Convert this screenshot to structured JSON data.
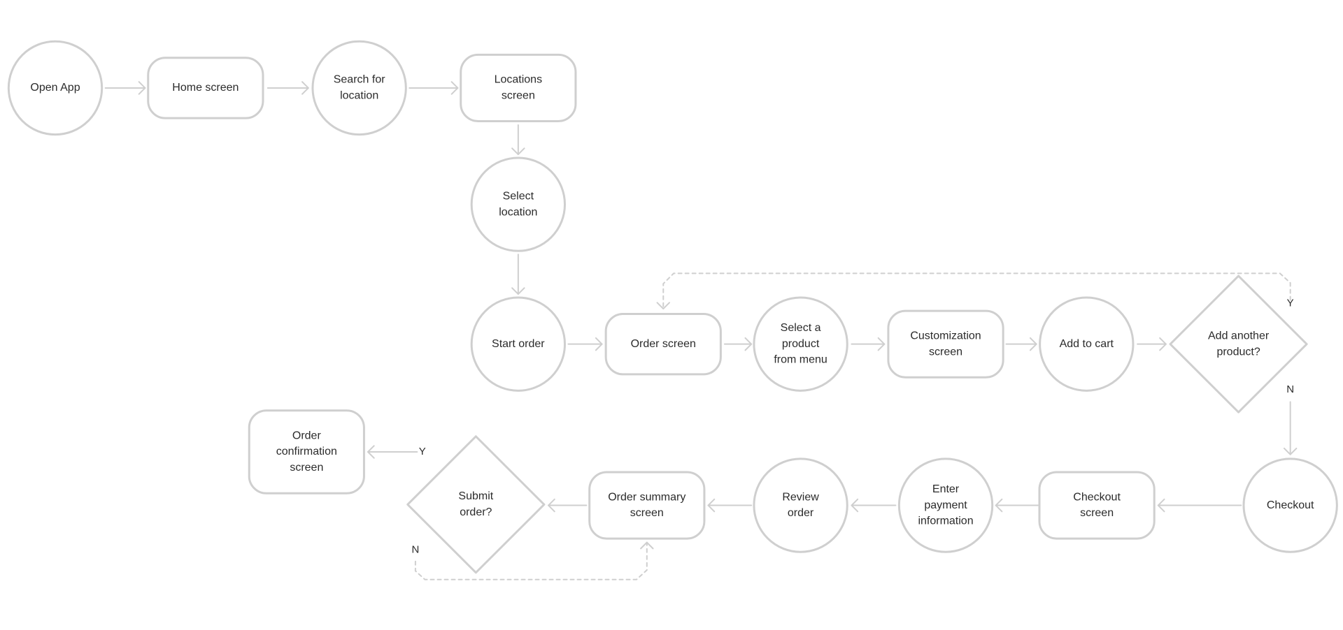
{
  "colors": {
    "shape_stroke": "#cfcfcf",
    "shape_fill": "#ffffff",
    "connector": "#cfcfcf",
    "text": "#2b2b2b"
  },
  "nodes": {
    "open_app": {
      "shape": "circle",
      "lines": [
        "Open App"
      ]
    },
    "home_screen": {
      "shape": "rounded",
      "lines": [
        "Home screen"
      ]
    },
    "search_location": {
      "shape": "circle",
      "lines": [
        "Search for",
        "location"
      ]
    },
    "locations_screen": {
      "shape": "rounded",
      "lines": [
        "Locations",
        "screen"
      ]
    },
    "select_location": {
      "shape": "circle",
      "lines": [
        "Select",
        "location"
      ]
    },
    "start_order": {
      "shape": "circle",
      "lines": [
        "Start order"
      ]
    },
    "order_screen": {
      "shape": "rounded",
      "lines": [
        "Order screen"
      ]
    },
    "select_product": {
      "shape": "circle",
      "lines": [
        "Select a",
        "product",
        "from menu"
      ]
    },
    "customization_screen": {
      "shape": "rounded",
      "lines": [
        "Customization",
        "screen"
      ]
    },
    "add_to_cart": {
      "shape": "circle",
      "lines": [
        "Add to cart"
      ]
    },
    "add_another": {
      "shape": "diamond",
      "lines": [
        "Add another",
        "product?"
      ]
    },
    "checkout": {
      "shape": "circle",
      "lines": [
        "Checkout"
      ]
    },
    "checkout_screen": {
      "shape": "rounded",
      "lines": [
        "Checkout",
        "screen"
      ]
    },
    "enter_payment": {
      "shape": "circle",
      "lines": [
        "Enter",
        "payment",
        "information"
      ]
    },
    "review_order": {
      "shape": "circle",
      "lines": [
        "Review",
        "order"
      ]
    },
    "order_summary": {
      "shape": "rounded",
      "lines": [
        "Order summary",
        "screen"
      ]
    },
    "submit_order": {
      "shape": "diamond",
      "lines": [
        "Submit",
        "order?"
      ]
    },
    "order_confirmation": {
      "shape": "rounded",
      "lines": [
        "Order",
        "confirmation",
        "screen"
      ]
    }
  },
  "edges": [
    {
      "from": "open_app",
      "to": "home_screen"
    },
    {
      "from": "home_screen",
      "to": "search_location"
    },
    {
      "from": "search_location",
      "to": "locations_screen"
    },
    {
      "from": "locations_screen",
      "to": "select_location"
    },
    {
      "from": "select_location",
      "to": "start_order"
    },
    {
      "from": "start_order",
      "to": "order_screen"
    },
    {
      "from": "order_screen",
      "to": "select_product"
    },
    {
      "from": "select_product",
      "to": "customization_screen"
    },
    {
      "from": "customization_screen",
      "to": "add_to_cart"
    },
    {
      "from": "add_to_cart",
      "to": "add_another"
    },
    {
      "from": "add_another",
      "to": "order_screen",
      "label": "Y",
      "style": "dashed"
    },
    {
      "from": "add_another",
      "to": "checkout",
      "label": "N"
    },
    {
      "from": "checkout",
      "to": "checkout_screen"
    },
    {
      "from": "checkout_screen",
      "to": "enter_payment"
    },
    {
      "from": "enter_payment",
      "to": "review_order"
    },
    {
      "from": "review_order",
      "to": "order_summary"
    },
    {
      "from": "order_summary",
      "to": "submit_order"
    },
    {
      "from": "submit_order",
      "to": "order_confirmation",
      "label": "Y"
    },
    {
      "from": "submit_order",
      "to": "order_summary",
      "label": "N",
      "style": "dashed"
    }
  ]
}
